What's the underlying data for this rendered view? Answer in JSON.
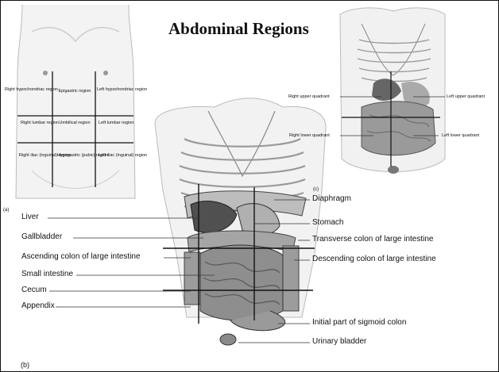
{
  "title": "Abdominal Regions",
  "panel_a": {
    "letter": "(a)",
    "regions": [
      "Right hypochondriac region",
      "Epigastric region",
      "Left hypochondriac region",
      "Right lumbar region",
      "Umbilical region",
      "Left lumbar region",
      "Right iliac (inguinal) region",
      "Hypogastric (pubic) region",
      "Left iliac (inguinal) region"
    ]
  },
  "panel_c": {
    "letter": "(c)",
    "quadrants": {
      "right_upper": "Right upper quadrant",
      "left_upper": "Left upper quadrant",
      "right_lower": "Right lower quadrant",
      "left_lower": "Left lower quadrant"
    }
  },
  "panel_b": {
    "letter": "(b)",
    "left_labels": [
      "Liver",
      "Gallbladder",
      "Ascending colon of large intestine",
      "Small intestine",
      "Cecum",
      "Appendix"
    ],
    "right_labels": [
      "Diaphragm",
      "Stomach",
      "Transverse colon of large intestine",
      "Descending colon of large intestine",
      "Initial part of sigmoid colon",
      "Urinary bladder"
    ]
  }
}
